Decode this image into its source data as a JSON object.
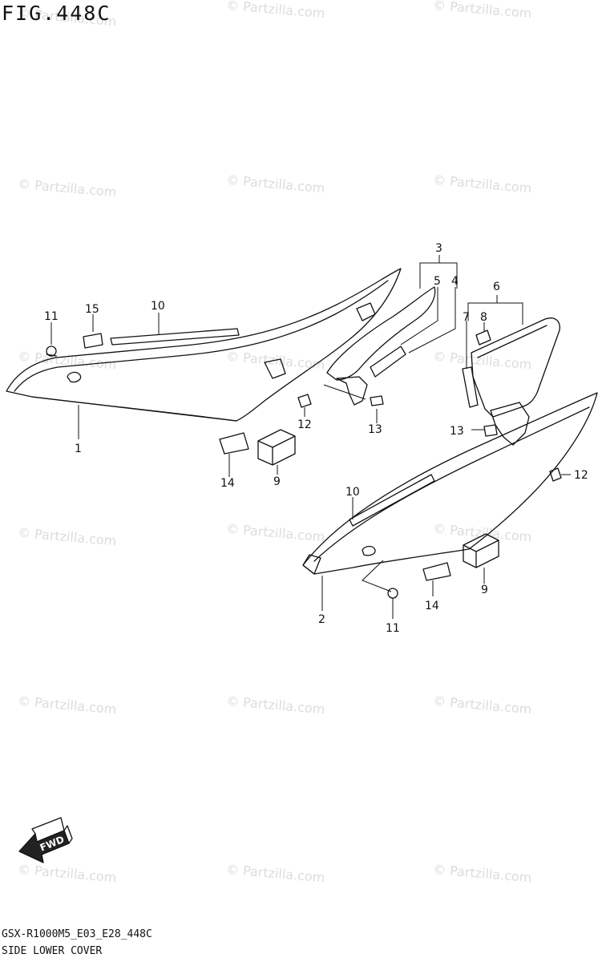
{
  "figure": {
    "title": "FIG.448C",
    "model_code": "GSX-R1000M5_E03_E28_448C",
    "section_name": "SIDE LOWER COVER"
  },
  "watermark": {
    "text": "© Partzilla.com",
    "color": "#dcdcdc"
  },
  "callouts": [
    {
      "id": "c1",
      "label": "1"
    },
    {
      "id": "c2",
      "label": "2"
    },
    {
      "id": "c3",
      "label": "3"
    },
    {
      "id": "c4",
      "label": "4"
    },
    {
      "id": "c5",
      "label": "5"
    },
    {
      "id": "c6",
      "label": "6"
    },
    {
      "id": "c7",
      "label": "7"
    },
    {
      "id": "c8",
      "label": "8"
    },
    {
      "id": "c9a",
      "label": "9"
    },
    {
      "id": "c9b",
      "label": "9"
    },
    {
      "id": "c10a",
      "label": "10"
    },
    {
      "id": "c10b",
      "label": "10"
    },
    {
      "id": "c11a",
      "label": "11"
    },
    {
      "id": "c11b",
      "label": "11"
    },
    {
      "id": "c12a",
      "label": "12"
    },
    {
      "id": "c12b",
      "label": "12"
    },
    {
      "id": "c13a",
      "label": "13"
    },
    {
      "id": "c13b",
      "label": "13"
    },
    {
      "id": "c14a",
      "label": "14"
    },
    {
      "id": "c14b",
      "label": "14"
    },
    {
      "id": "c15",
      "label": "15"
    }
  ],
  "fwd_arrow": {
    "label": "FWD",
    "icon": "forward-arrow-icon"
  }
}
